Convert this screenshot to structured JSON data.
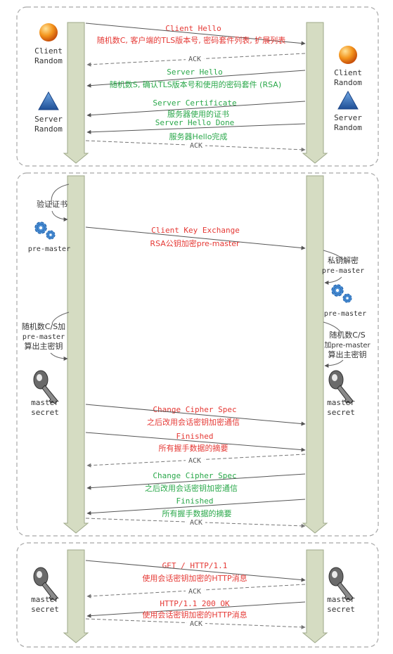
{
  "colors": {
    "client_text": "#e53935",
    "server_text": "#2aa84a",
    "arrow": "#555555",
    "ack": "#666666",
    "lifeline_fill": "#d5dcc2",
    "lifeline_stroke": "#9ea88a",
    "panel_border": "#a8a8a8",
    "sphere": "#f08a1c",
    "triangle": "#2f6bb5",
    "gear": "#4a8fd6",
    "key": "#555555"
  },
  "panel1": {
    "client_random": [
      "Client",
      "Random"
    ],
    "server_random": [
      "Server",
      "Random"
    ],
    "right_client_random": [
      "Client",
      "Random"
    ],
    "right_server_random": [
      "Server",
      "Random"
    ],
    "msg_client_hello": "Client Hello",
    "msg_client_hello_detail": "随机数C, 客户端的TLS版本号, 密码套件列表, 扩展列表",
    "ack1": "ACK",
    "msg_server_hello": "Server Hello",
    "msg_server_hello_detail": "随机数S, 确认TLS版本号和使用的密码套件 (RSA)",
    "msg_server_cert": "Server Certificate",
    "msg_server_cert_detail": "服务器使用的证书",
    "msg_server_done": "Server Hello Done",
    "msg_server_done_detail": "服务器Hello完成",
    "ack2": "ACK"
  },
  "panel2": {
    "verify_cert": "验证证书",
    "left_premaster": "pre-master",
    "msg_cke": "Client Key Exchange",
    "msg_cke_detail": "RSA公钥加密pre-master",
    "right_decrypt": [
      "私钥解密",
      "pre-master"
    ],
    "right_premaster": "pre-master",
    "left_compute": [
      "随机数C/S加",
      "pre-master",
      "算出主密钥"
    ],
    "right_compute": [
      "随机数C/S",
      "加pre-master",
      "算出主密钥"
    ],
    "left_master": [
      "master",
      "secret"
    ],
    "right_master": [
      "master",
      "secret"
    ],
    "msg_ccs_c": "Change Cipher Spec",
    "msg_ccs_c_detail": "之后改用会话密钥加密通信",
    "msg_fin_c": "Finished",
    "msg_fin_c_detail": "所有握手数据的摘要",
    "ack1": "ACK",
    "msg_ccs_s": "Change Cipher Spec",
    "msg_ccs_s_detail": "之后改用会话密钥加密通信",
    "msg_fin_s": "Finished",
    "msg_fin_s_detail": "所有握手数据的摘要",
    "ack2": "ACK"
  },
  "panel3": {
    "left_master": [
      "master",
      "secret"
    ],
    "right_master": [
      "master",
      "secret"
    ],
    "msg_get": "GET / HTTP/1.1",
    "msg_get_detail": "使用会话密钥加密的HTTP消息",
    "ack1": "ACK",
    "msg_resp": "HTTP/1.1 200 OK",
    "msg_resp_detail": "使用会话密钥加密的HTTP消息",
    "ack2": "ACK"
  }
}
